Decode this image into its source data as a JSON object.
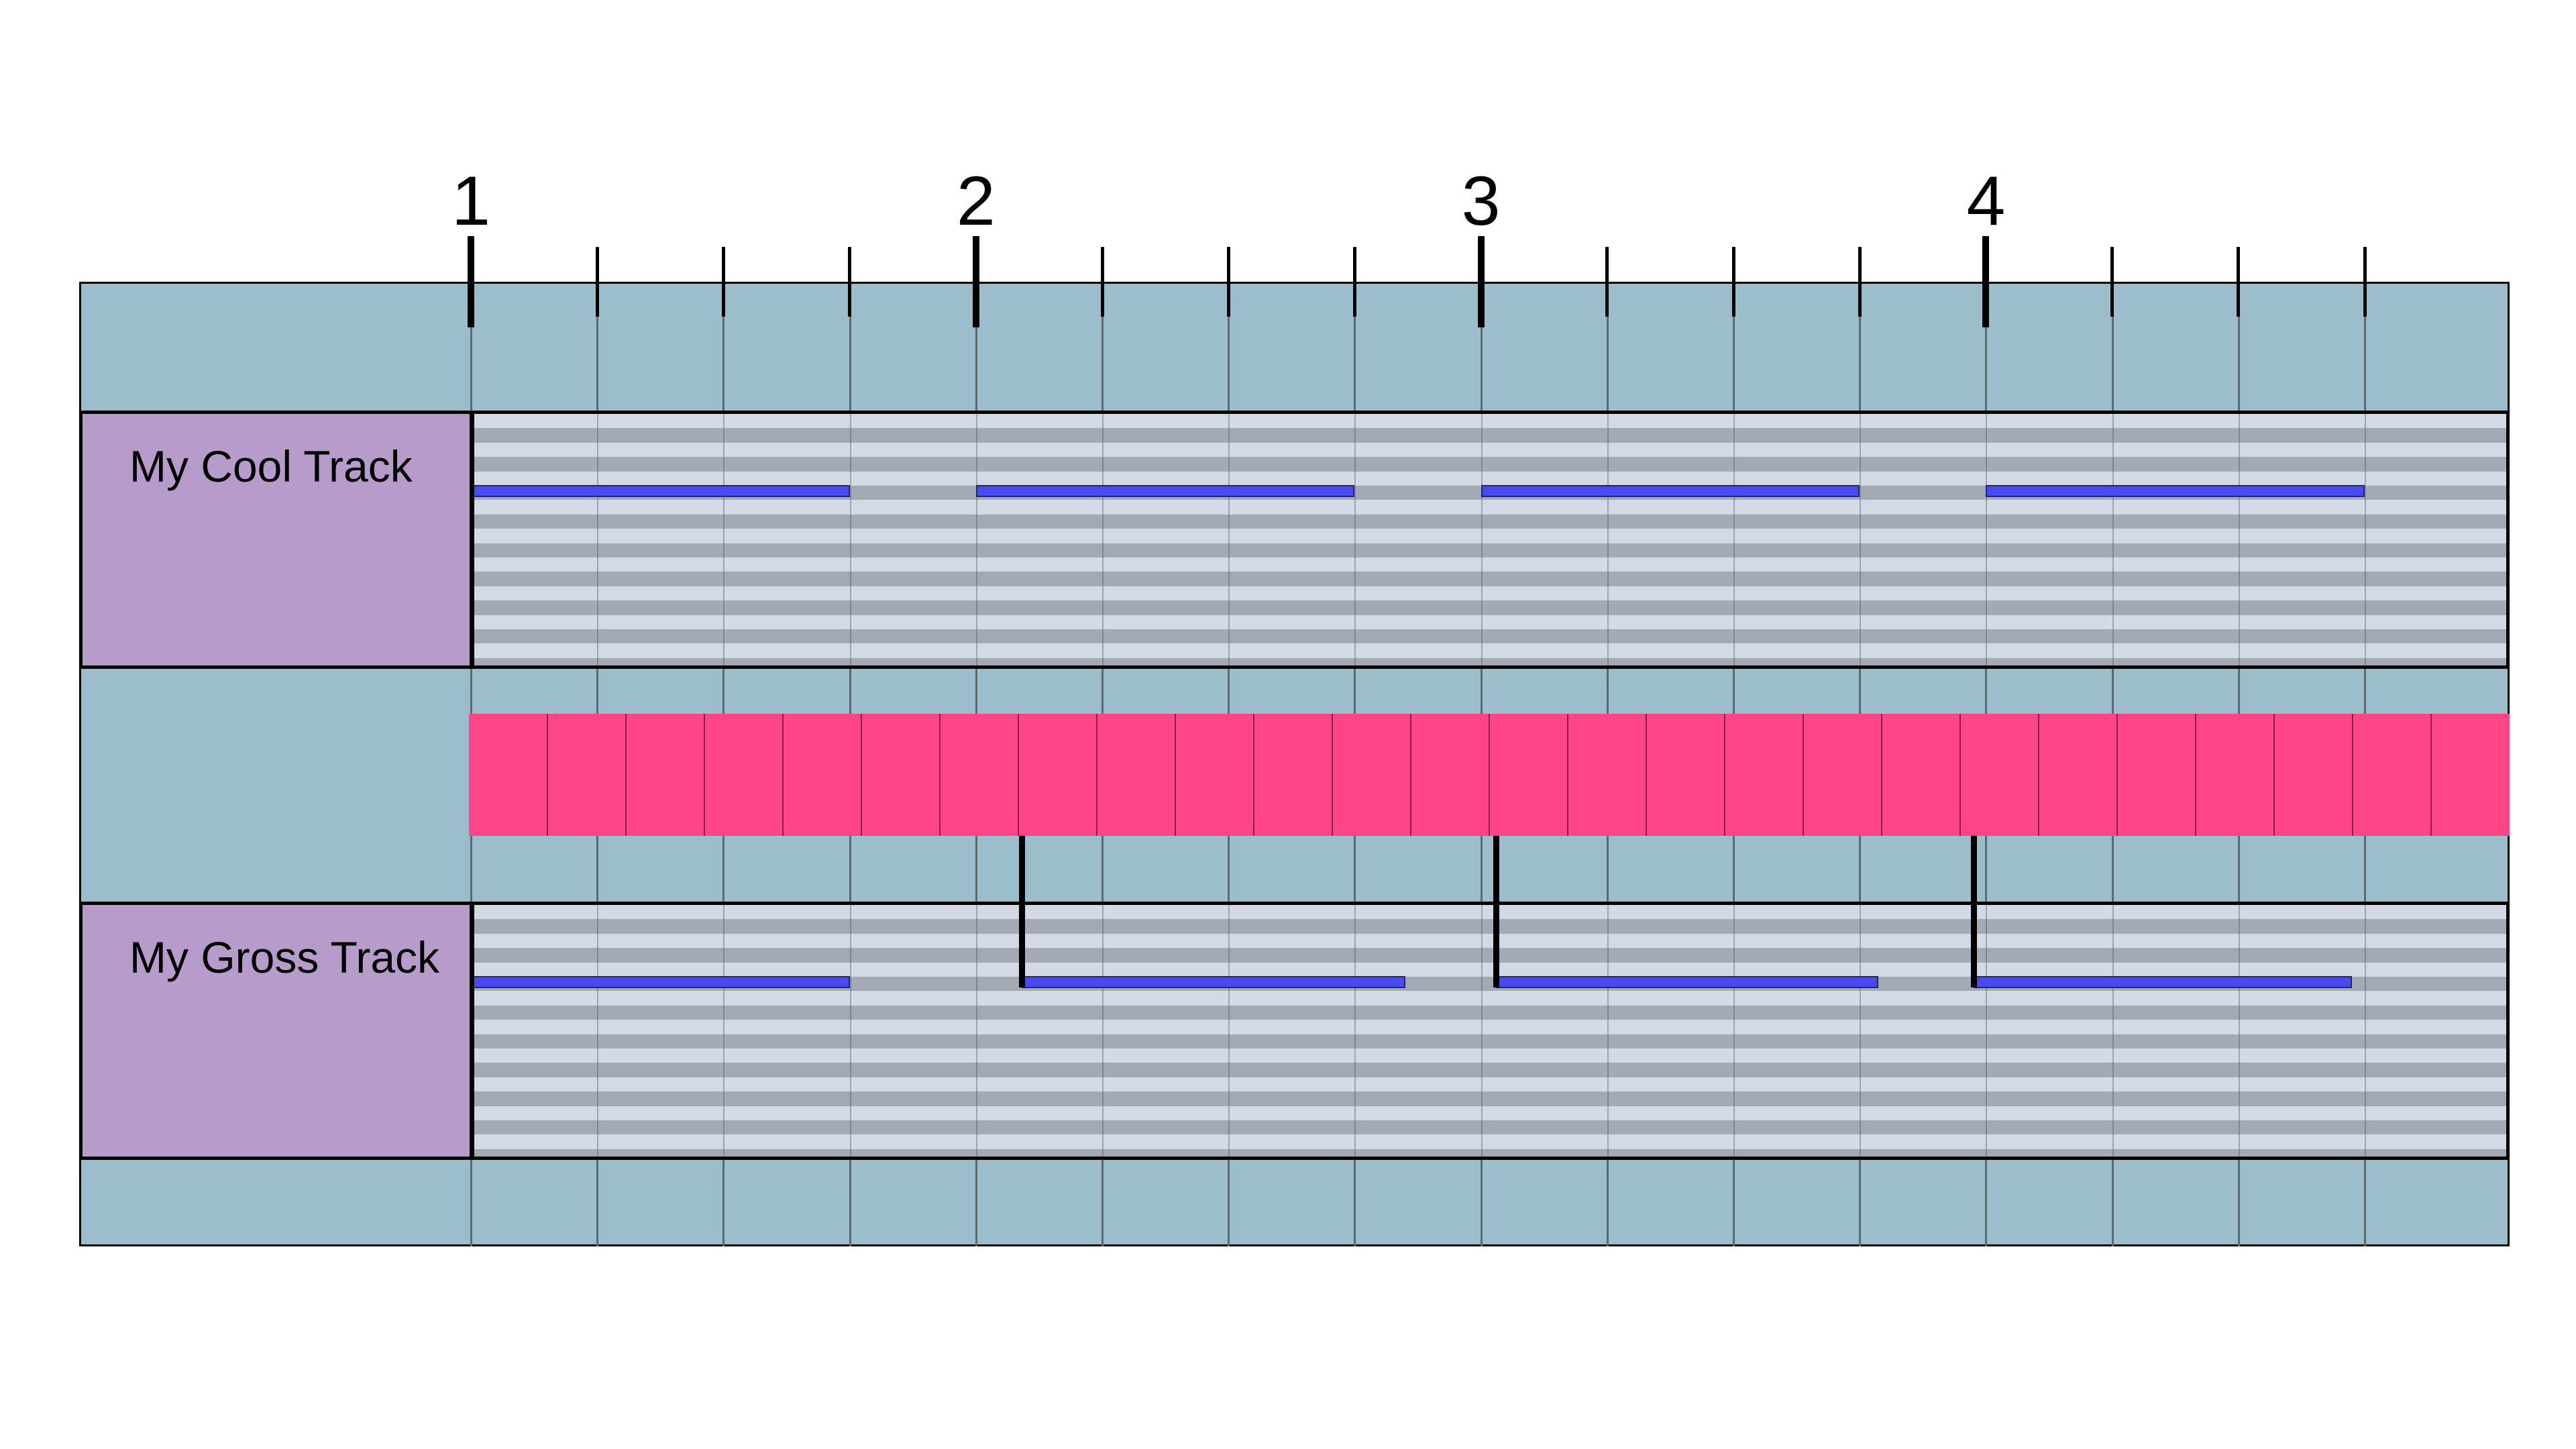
{
  "bar_numbers": [
    "1",
    "2",
    "3",
    "4"
  ],
  "beats_per_bar": 4,
  "pulses_total": 26,
  "tracks": [
    {
      "name": "My Cool Track",
      "notes": [
        {
          "start_beat": 0.0,
          "end_beat": 3.0
        },
        {
          "start_beat": 4.0,
          "end_beat": 7.0
        },
        {
          "start_beat": 8.0,
          "end_beat": 11.0
        },
        {
          "start_beat": 12.0,
          "end_beat": 15.0
        }
      ]
    },
    {
      "name": "My Gross Track",
      "notes": [
        {
          "start_beat": 0.0,
          "end_beat": 3.0
        },
        {
          "start_beat": 4.36,
          "end_beat": 7.4
        },
        {
          "start_beat": 8.12,
          "end_beat": 11.15
        },
        {
          "start_beat": 11.9,
          "end_beat": 14.9
        }
      ]
    }
  ],
  "sync_markers_beats": [
    4.36,
    8.12,
    11.9
  ],
  "colors": {
    "board": "#9bbdcc",
    "label": "#b79ccb",
    "note": "#4a4af2",
    "pulse": "#ff4587",
    "stripe_dark": "#a3aab3",
    "stripe_light": "#d4d9e6"
  }
}
